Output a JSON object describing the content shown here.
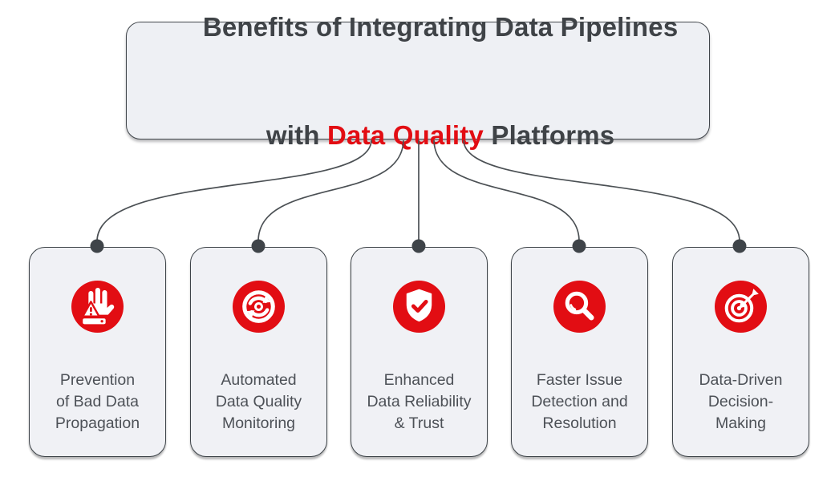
{
  "title": {
    "line1": "Benefits of Integrating Data Pipelines",
    "line2_pre": "with ",
    "line2_highlight": "Data Quality",
    "line2_post": " Platforms"
  },
  "colors": {
    "accent_red": "#e20d13",
    "box_background": "#eef0f4",
    "card_background": "#f0f1f5",
    "outline_dark": "#3e4449",
    "connector_line": "#4b5054",
    "title_text": "#3f4347",
    "card_text": "#4d5157"
  },
  "cards": [
    {
      "icon": "hand-stop-icon",
      "lines": [
        "Prevention",
        "of Bad Data",
        "Propagation"
      ]
    },
    {
      "icon": "sync-arrows-icon",
      "lines": [
        "Automated",
        "Data Quality",
        "Monitoring"
      ]
    },
    {
      "icon": "shield-check-icon",
      "lines": [
        "Enhanced",
        "Data Reliability",
        "& Trust"
      ]
    },
    {
      "icon": "magnifier-icon",
      "lines": [
        "Faster Issue",
        "Detection and",
        "Resolution"
      ]
    },
    {
      "icon": "target-dart-icon",
      "lines": [
        "Data-Driven",
        "Decision-",
        "Making"
      ]
    }
  ]
}
